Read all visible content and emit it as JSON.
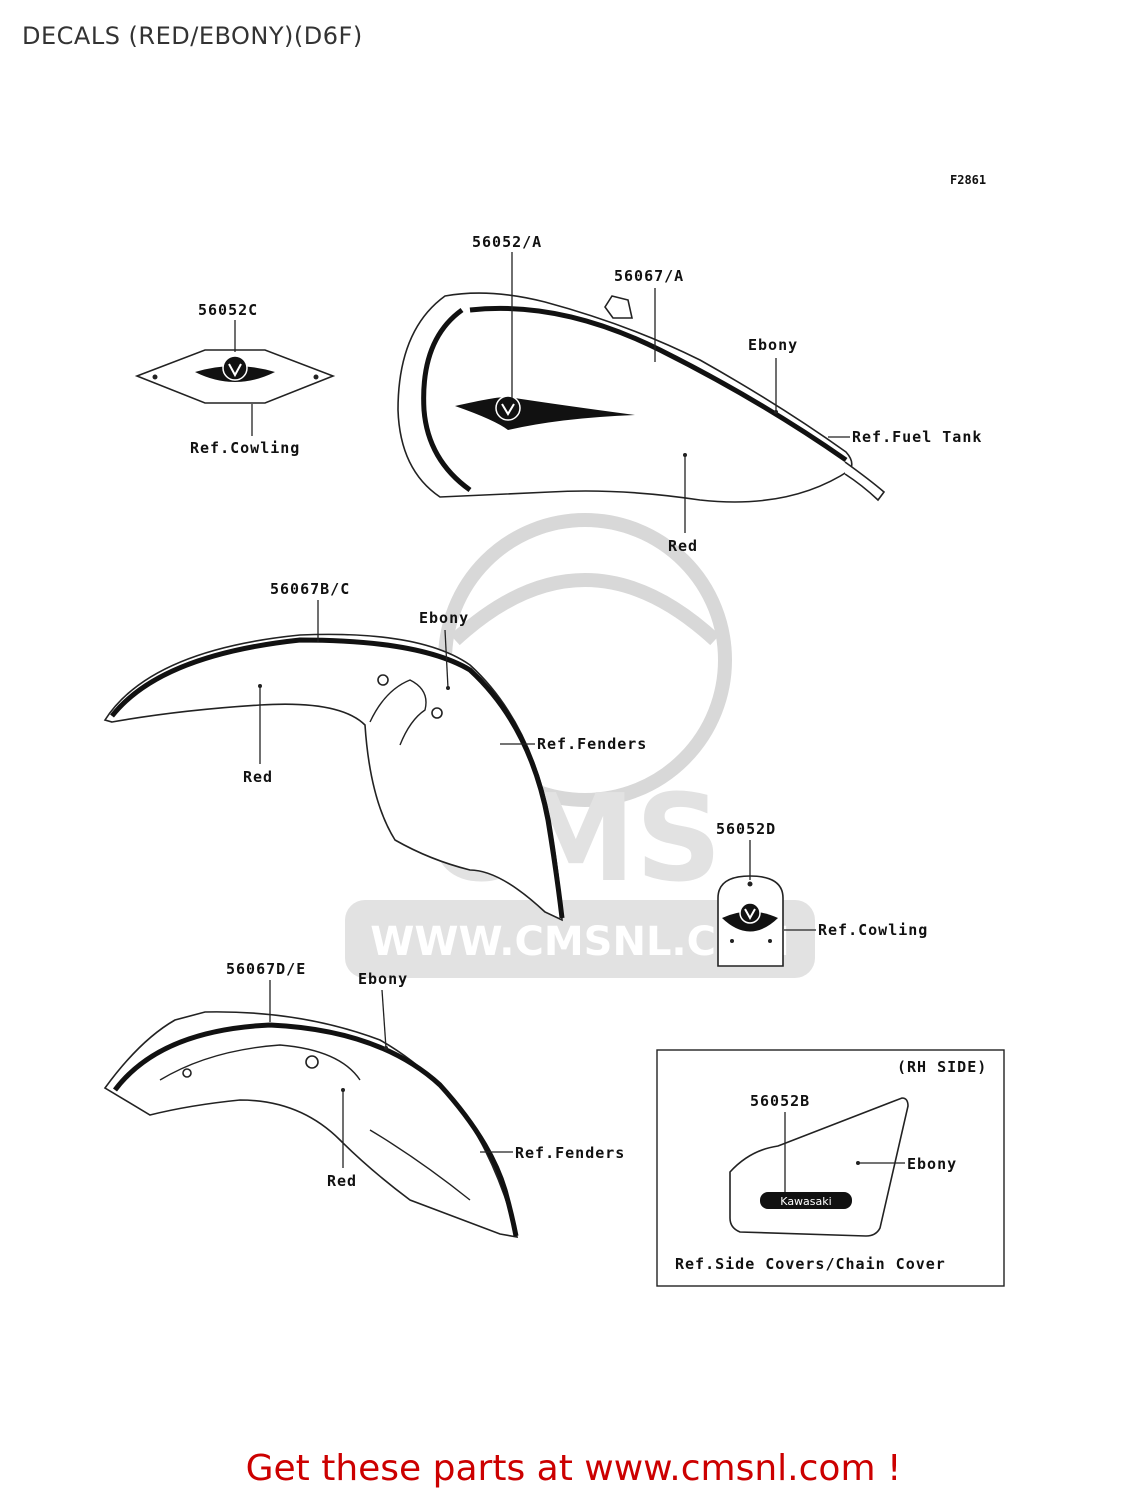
{
  "page": {
    "title": "DECALS (RED/EBONY)(D6F)",
    "footer": "Get these parts at www.cmsnl.com !",
    "footer_color": "#cc0000",
    "figure_code": "F2861"
  },
  "watermark": {
    "brand": "CMS",
    "url": "WWW.CMSNL.COM"
  },
  "labels": {
    "tank_emblem": "56052/A",
    "tank_stripe": "56067/A",
    "tank_ebony": "Ebony",
    "tank_ref": "Ref.Fuel Tank",
    "tank_red": "Red",
    "cowl_emblem_c": "56052C",
    "cowl_ref_c": "Ref.Cowling",
    "front_stripe": "56067B/C",
    "front_ebony": "Ebony",
    "front_ref": "Ref.Fenders",
    "front_red": "Red",
    "cowl_emblem_d": "56052D",
    "cowl_ref_d": "Ref.Cowling",
    "rear_stripe": "56067D/E",
    "rear_ebony": "Ebony",
    "rear_ref": "Ref.Fenders",
    "rear_red": "Red",
    "rh_side": "(RH SIDE)",
    "side_emblem": "56052B",
    "side_ebony": "Ebony",
    "side_badge": "Kawasaki",
    "side_ref": "Ref.Side Covers/Chain Cover"
  }
}
